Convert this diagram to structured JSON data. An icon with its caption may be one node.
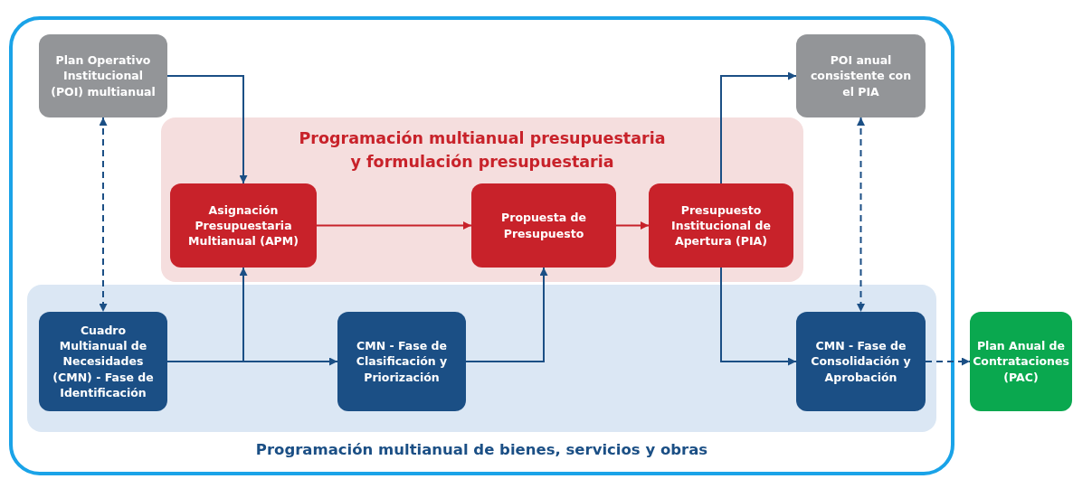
{
  "diagram": {
    "nodes": [
      {
        "text": [],
        "shape": "box"
      },
      {
        "text": [
          "Plan Operativo Institucional (POI) multianual"
        ],
        "in": 0
      },
      {
        "text": [
          "POI anual consistente con el PIA"
        ],
        "in": 0
      },
      {
        "text": [
          "Programación multianual presupuestaria y formulación presupuestaria"
        ],
        "in": 0
      },
      {
        "text": [
          "Asignación Presupuestaria Multianual (APM)"
        ],
        "in": 3
      },
      {
        "text": [
          "Propuesta de Presupuesto"
        ],
        "in": 3
      },
      {
        "text": [
          "Presupuesto Institucional de Apertura (PIA)"
        ],
        "in": 3
      },
      {
        "text": [
          "Programación multianual de bienes, servicios y obras"
        ],
        "in": 0
      },
      {
        "text": [
          "Cuadro Multianual de Necesidades (CMN) - Fase de Identificación"
        ],
        "in": 7
      },
      {
        "text": [
          "CMN - Fase de Clasificación y Priorización"
        ],
        "in": 7
      },
      {
        "text": [
          "CMN - Fase de Consolidación y Aprobación"
        ],
        "in": 7
      },
      {
        "text": [
          "Plan Anual de Contrataciones (PAC)"
        ]
      }
    ],
    "edges": [
      {
        "from": 1,
        "to": 4,
        "arrow": "to"
      },
      {
        "from": 4,
        "to": 5,
        "arrow": "to",
        "color": "#c8222a"
      },
      {
        "from": 5,
        "to": 6,
        "arrow": "to",
        "color": "#c8222a"
      },
      {
        "from": 6,
        "to": 2,
        "arrow": "to"
      },
      {
        "from": 1,
        "to": 8,
        "arrow": "both",
        "style": "dashed"
      },
      {
        "from": 8,
        "to": 4,
        "arrow": "to"
      },
      {
        "from": 8,
        "to": 9,
        "arrow": "to"
      },
      {
        "from": 9,
        "to": 5,
        "arrow": "to"
      },
      {
        "from": 6,
        "to": 10,
        "arrow": "to"
      },
      {
        "from": 2,
        "to": 10,
        "arrow": "both",
        "style": "dashed"
      },
      {
        "from": 10,
        "to": 11,
        "arrow": "to",
        "style": "dashed"
      }
    ]
  }
}
